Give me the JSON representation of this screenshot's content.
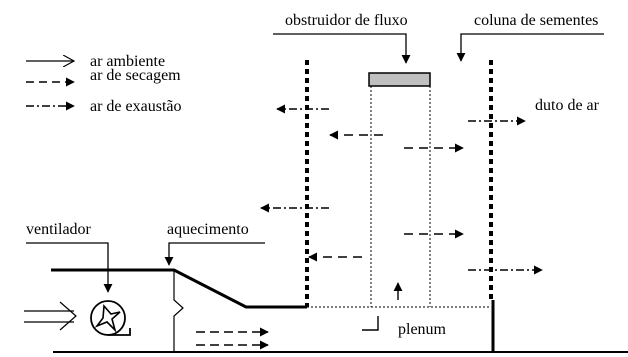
{
  "labels": {
    "flow_obstructor": "obstruidor de fluxo",
    "seed_column": "coluna de sementes",
    "air_duct": "duto de ar",
    "fan": "ventilador",
    "heating": "aquecimento",
    "plenum": "plenum"
  },
  "legend": {
    "ambient_air": "ar ambiente",
    "drying_air": "ar  de secagem",
    "exhaust_air": "ar  de exaustão"
  },
  "colors": {
    "ink": "#000000",
    "obstructor_fill": "#c0c0c0"
  }
}
